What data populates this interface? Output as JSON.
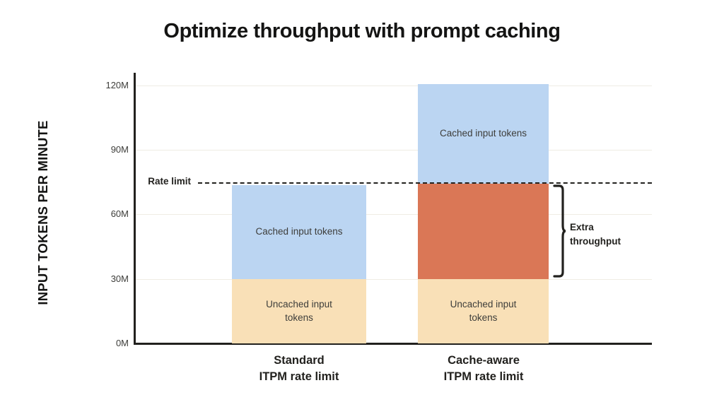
{
  "chart_data": {
    "type": "bar",
    "title": "Optimize throughput with prompt caching",
    "xlabel": "",
    "ylabel": "INPUT TOKENS PER MINUTE",
    "ylim": [
      0,
      120000000
    ],
    "ytick_labels": [
      "0M",
      "30M",
      "60M",
      "90M",
      "120M"
    ],
    "ytick_values": [
      0,
      30000000,
      60000000,
      90000000,
      120000000
    ],
    "grid": true,
    "stacked": true,
    "legend_position": "in-bar-labels",
    "categories": [
      "Standard\nITPM rate limit",
      "Cache-aware\nITPM rate limit"
    ],
    "series": [
      {
        "name": "Uncached input tokens",
        "values": [
          30000000,
          30000000
        ],
        "color": "#f9e0b7"
      },
      {
        "name": "Extra throughput (cache-aware headroom)",
        "values": [
          0,
          44000000
        ],
        "color": "#da7756"
      },
      {
        "name": "Cached input tokens",
        "values": [
          44000000,
          46000000
        ],
        "color": "#bbd5f2"
      }
    ],
    "bar_totals": [
      74000000,
      120000000
    ],
    "annotations": [
      {
        "name": "rate-limit",
        "label": "Rate limit",
        "value": 74000000,
        "style": "dashed-horizontal-line"
      },
      {
        "name": "extra-throughput",
        "label": "Extra throughput",
        "from": 30000000,
        "to": 74000000,
        "style": "curly-bracket"
      }
    ]
  },
  "title": {
    "text": "Optimize throughput with prompt caching"
  },
  "axes": {
    "y_title": "INPUT TOKENS PER MINUTE",
    "ticks": [
      {
        "label": "120M",
        "top": 121
      },
      {
        "label": "90M",
        "top": 212
      },
      {
        "label": "60M",
        "top": 303
      },
      {
        "label": "30M",
        "top": 395
      },
      {
        "label": "0M",
        "top": 486
      }
    ]
  },
  "bars": [
    {
      "name": "standard",
      "category_line1": "Standard",
      "category_line2": "ITPM rate limit",
      "segments": [
        {
          "name": "cached",
          "label": "Cached input tokens",
          "color": "#bbd5f2"
        },
        {
          "name": "uncached",
          "label": "Uncached input tokens",
          "color": "#f9e0b7"
        }
      ]
    },
    {
      "name": "cache-aware",
      "category_line1": "Cache-aware",
      "category_line2": "ITPM rate limit",
      "segments": [
        {
          "name": "cached",
          "label": "Cached input tokens",
          "color": "#bbd5f2"
        },
        {
          "name": "extra",
          "label": "",
          "color": "#da7756"
        },
        {
          "name": "uncached",
          "label": "Uncached input tokens",
          "color": "#f9e0b7"
        }
      ]
    }
  ],
  "annotations": {
    "rate_limit_label": "Rate limit",
    "extra_throughput_line1": "Extra",
    "extra_throughput_line2": "throughput"
  },
  "colors": {
    "cached": "#bbd5f2",
    "uncached": "#f9e0b7",
    "extra": "#da7756",
    "axis": "#22211e",
    "grid": "#efece4",
    "text": "#141413"
  }
}
